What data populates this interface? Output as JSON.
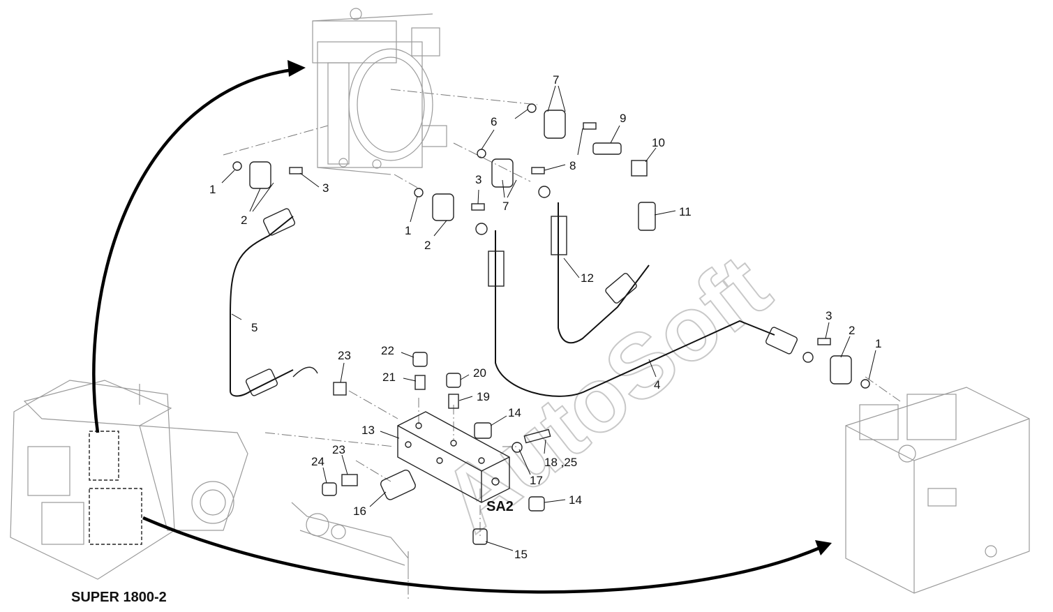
{
  "watermark": "AutoSoft",
  "model_label": "SUPER 1800-2",
  "block_label": "SA2",
  "callouts": [
    {
      "id": "c1a",
      "text": "1"
    },
    {
      "id": "c2a",
      "text": "2"
    },
    {
      "id": "c3a",
      "text": "3"
    },
    {
      "id": "c5",
      "text": "5"
    },
    {
      "id": "c1b",
      "text": "1"
    },
    {
      "id": "c2b",
      "text": "2"
    },
    {
      "id": "c3b",
      "text": "3"
    },
    {
      "id": "c6",
      "text": "6"
    },
    {
      "id": "c7a",
      "text": "7"
    },
    {
      "id": "c7b",
      "text": "7"
    },
    {
      "id": "c8",
      "text": "8"
    },
    {
      "id": "c9",
      "text": "9"
    },
    {
      "id": "c10",
      "text": "10"
    },
    {
      "id": "c11",
      "text": "11"
    },
    {
      "id": "c12",
      "text": "12"
    },
    {
      "id": "c4",
      "text": "4"
    },
    {
      "id": "c3c",
      "text": "3"
    },
    {
      "id": "c2c",
      "text": "2"
    },
    {
      "id": "c1c",
      "text": "1"
    },
    {
      "id": "c22",
      "text": "22"
    },
    {
      "id": "c21",
      "text": "21"
    },
    {
      "id": "c20",
      "text": "20"
    },
    {
      "id": "c19",
      "text": "19"
    },
    {
      "id": "c23a",
      "text": "23"
    },
    {
      "id": "c13",
      "text": "13"
    },
    {
      "id": "c14a",
      "text": "14"
    },
    {
      "id": "c23b",
      "text": "23"
    },
    {
      "id": "c24",
      "text": "24"
    },
    {
      "id": "c16",
      "text": "16"
    },
    {
      "id": "c17",
      "text": "17"
    },
    {
      "id": "c1825",
      "text": "18 ,25"
    },
    {
      "id": "c14b",
      "text": "14"
    },
    {
      "id": "c15",
      "text": "15"
    }
  ]
}
